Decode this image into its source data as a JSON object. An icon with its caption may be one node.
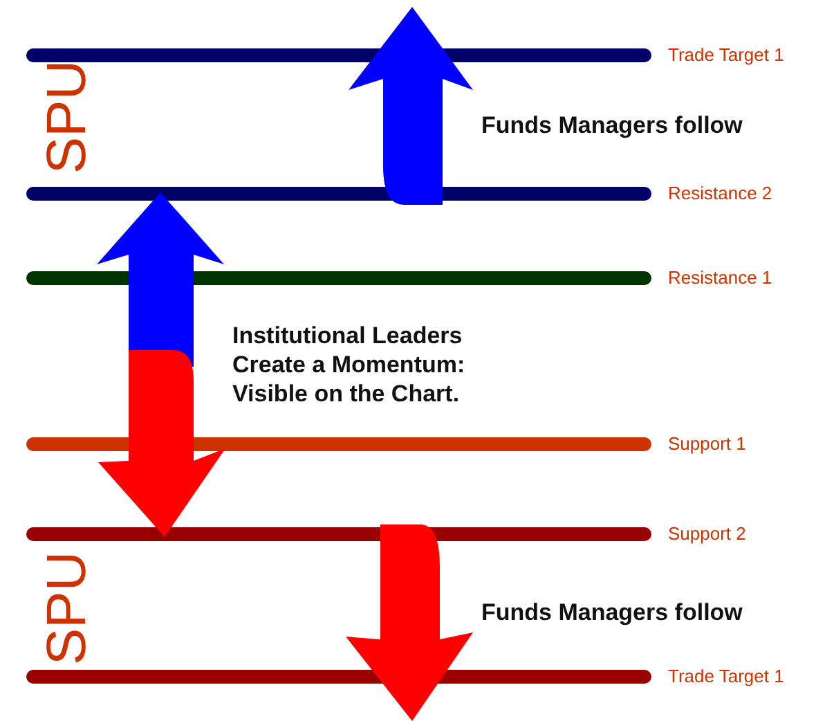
{
  "diagram": {
    "labels": [
      "Trade Target 1",
      "SPU",
      "Funds Managers follow",
      "Resistance 2",
      "Resistance 1",
      "Institutional Leaders Create a Momentum: Visible on the Chart.",
      "Support 1",
      "Support 2",
      "SPU",
      "Funds Managers follow",
      "Trade Target 1"
    ]
  }
}
